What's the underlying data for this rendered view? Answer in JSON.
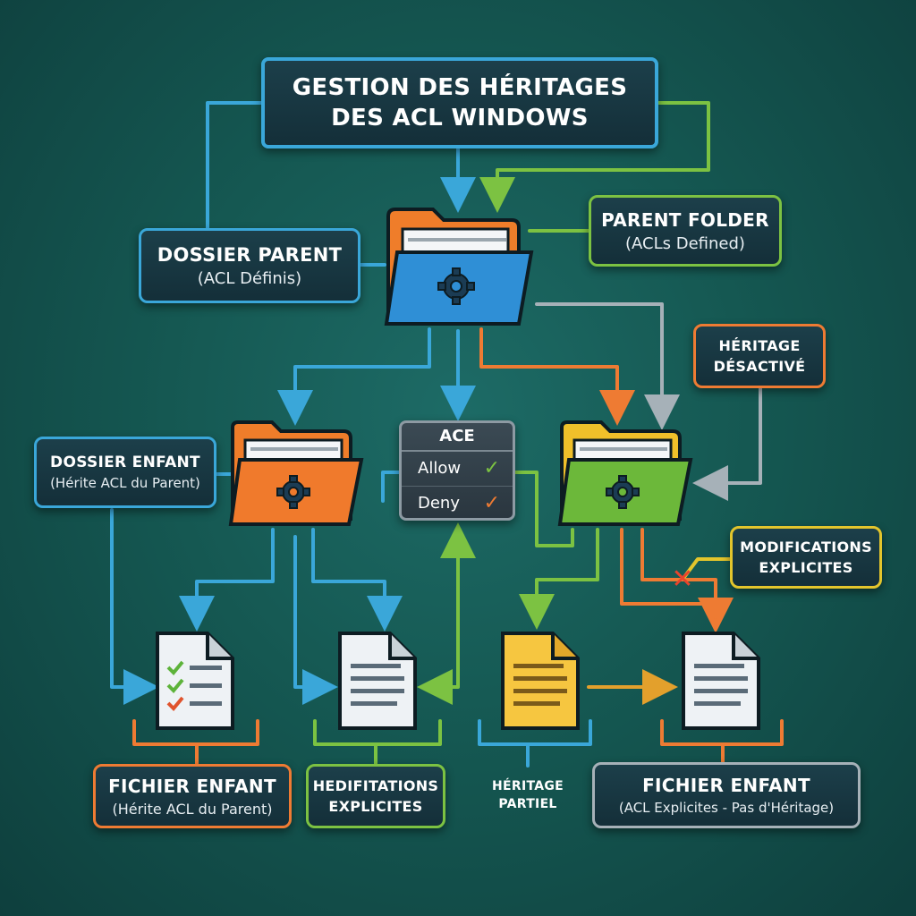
{
  "title": {
    "line1": "GESTION DES HÉRITAGES",
    "line2": "DES ACL WINDOWS"
  },
  "labels": {
    "dossier_parent": {
      "title": "DOSSIER PARENT",
      "sub": "(ACL Définis)"
    },
    "parent_folder": {
      "title": "PARENT FOLDER",
      "sub": "(ACLs Defined)"
    },
    "heritage_desactive": {
      "line1": "HÉRITAGE",
      "line2": "DÉSACTIVÉ"
    },
    "dossier_enfant": {
      "title": "DOSSIER ENFANT",
      "sub": "(Hérite ACL du Parent)"
    },
    "modifications_explicites": {
      "line1": "MODIFICATIONS",
      "line2": "EXPLICITES"
    },
    "fichier_enfant_1": {
      "title": "FICHIER ENFANT",
      "sub": "(Hérite ACL du Parent)"
    },
    "hedifitations": {
      "line1": "HEDIFITATIONS",
      "line2": "EXPLICITES"
    },
    "heritage_partiel": {
      "line1": "HÉRITAGE",
      "line2": "PARTIEL"
    },
    "fichier_enfant_2": {
      "title": "FICHIER ENFANT",
      "sub": "(ACL Explicites - Pas d'Héritage)"
    }
  },
  "ace": {
    "title": "ACE",
    "allow": "Allow",
    "deny": "Deny"
  },
  "icons": {
    "folder": "folder-gear-icon",
    "document": "document-icon",
    "check": "check-icon",
    "cross": "cross-icon"
  },
  "colors": {
    "background": "#155852",
    "blue": "#3aa7d9",
    "green": "#7cc242",
    "orange": "#ee7b33",
    "yellow": "#e3c52c",
    "grey": "#a6b1b8",
    "red": "#e8442c"
  }
}
